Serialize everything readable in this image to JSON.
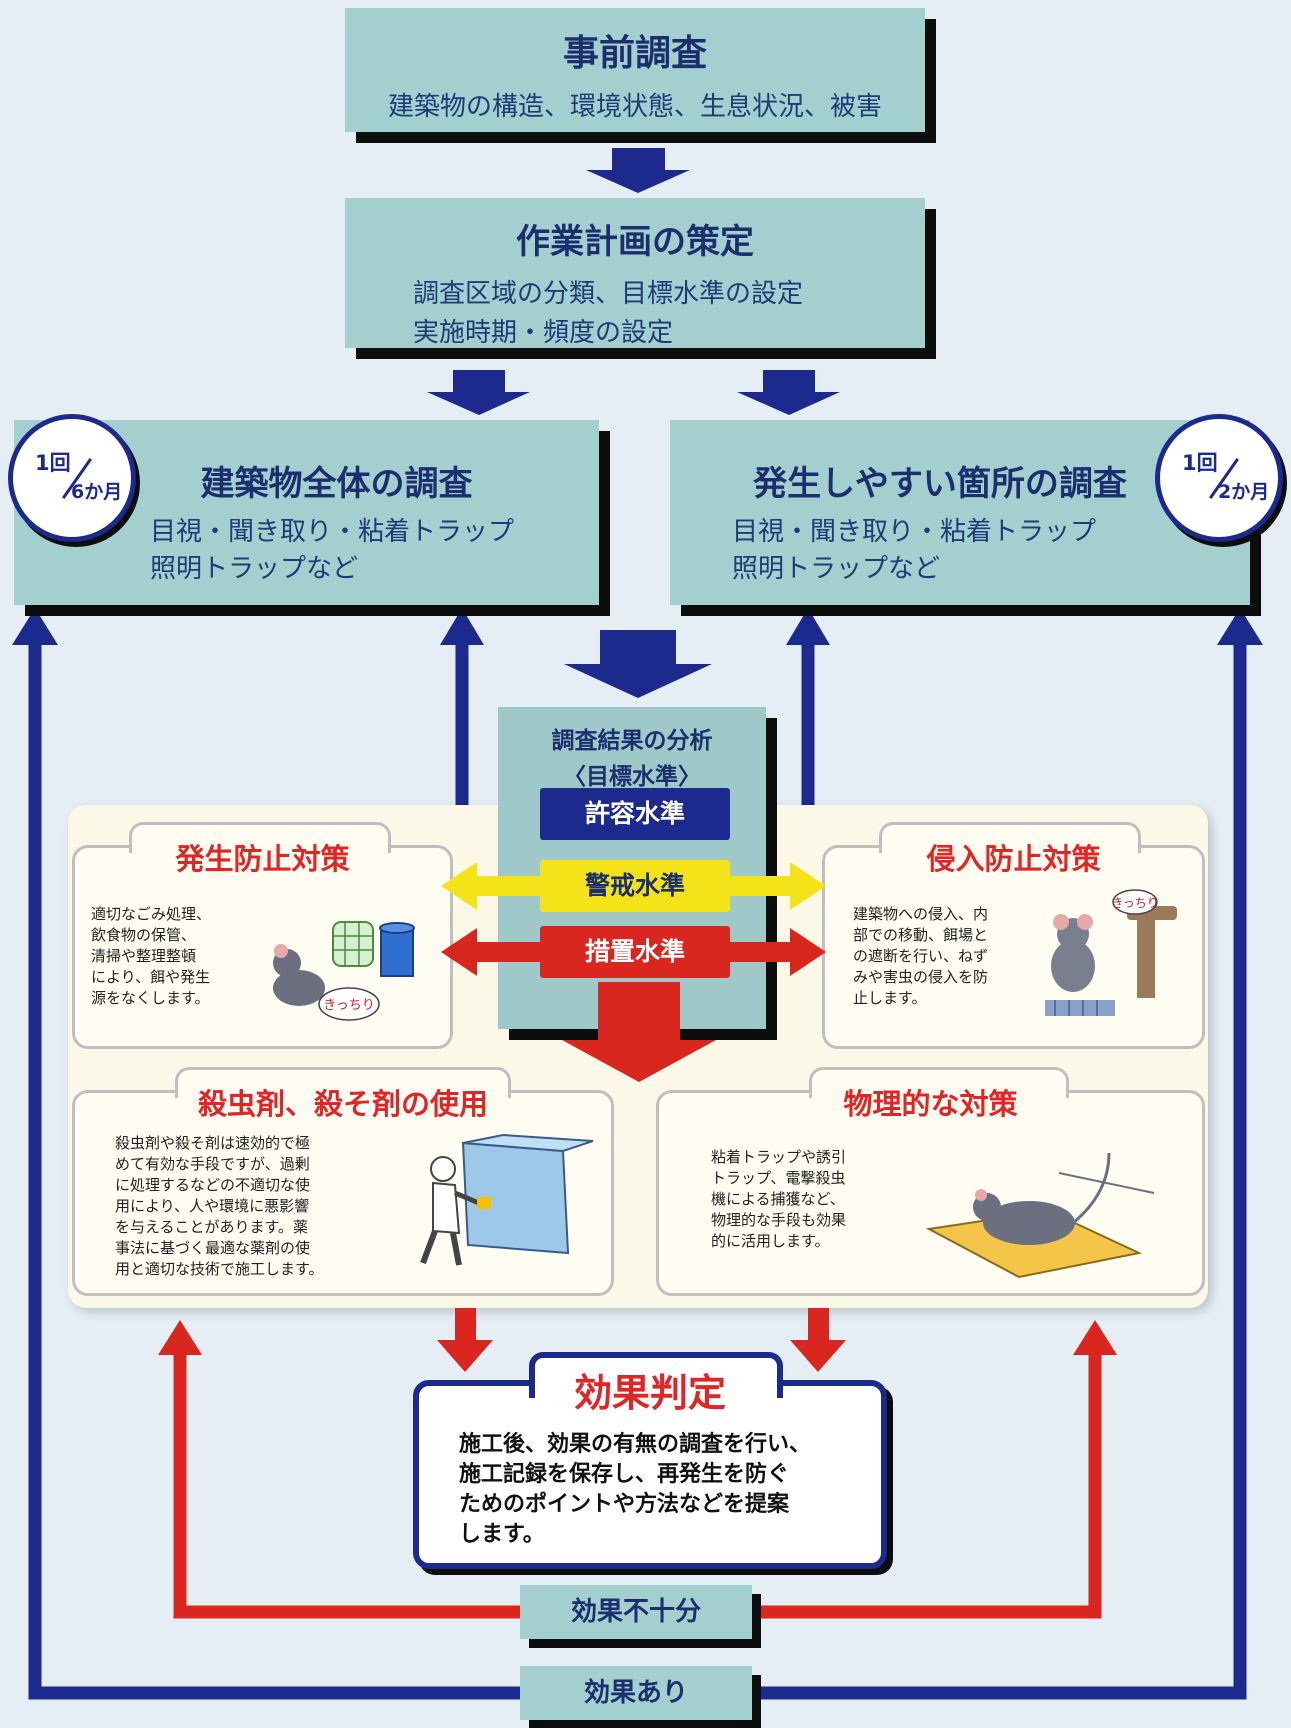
{
  "steps": {
    "pre_survey": {
      "title": "事前調査",
      "desc": "建築物の構造、環境状態、生息状況、被害"
    },
    "plan": {
      "title": "作業計画の策定",
      "desc_1": "調査区域の分類、目標水準の設定",
      "desc_2": "実施時期・頻度の設定"
    },
    "whole_building": {
      "title": "建築物全体の調査",
      "desc_1": "目視・聞き取り・粘着トラップ",
      "desc_2": "照明トラップなど",
      "freq_num": "1回",
      "freq_den": "6か月"
    },
    "hotspot": {
      "title": "発生しやすい箇所の調査",
      "desc_1": "目視・聞き取り・粘着トラップ",
      "desc_2": "照明トラップなど",
      "freq_num": "1回",
      "freq_den": "2か月"
    },
    "analysis": {
      "title_1": "調査結果の分析",
      "title_2": "〈目標水準〉"
    }
  },
  "levels": [
    {
      "label": "許容水準",
      "color": "#1b2a8c",
      "text_color": "#ffffff"
    },
    {
      "label": "警戒水準",
      "color": "#f5e31a",
      "text_color": "#1b2e6e"
    },
    {
      "label": "措置水準",
      "color": "#d9261f",
      "text_color": "#ffffff"
    }
  ],
  "measures": {
    "prevention": {
      "title": "発生防止対策",
      "desc": "適切なごみ処理、\n飲食物の保管、\n清掃や整理整頓\nにより、餌や発生\n源をなくします。",
      "sticker": "きっちり"
    },
    "intrusion": {
      "title": "侵入防止対策",
      "desc": "建築物への侵入、内\n部での移動、餌場と\nの遮断を行い、ねず\nみや害虫の侵入を防\n止します。",
      "sticker": "きっちり"
    },
    "chemical": {
      "title": "殺虫剤、殺そ剤の使用",
      "desc": "殺虫剤や殺そ剤は速効的で極\nめて有効な手段ですが、過剰\nに処理するなどの不適切な使\n用により、人や環境に悪影響\nを与えることがあります。薬\n事法に基づく最適な薬剤の使\n用と適切な技術で施工します。"
    },
    "physical": {
      "title": "物理的な対策",
      "desc": "粘着トラップや誘引\nトラップ、電撃殺虫\n機による捕獲など、\n物理的な手段も効果\n的に活用します。"
    }
  },
  "evaluation": {
    "title": "効果判定",
    "desc": "施工後、効果の有無の調査を行い、\n施工記録を保存し、再発生を防ぐ\nためのポイントや方法などを提案\nします。"
  },
  "outcomes": {
    "insufficient": "効果不十分",
    "effective": "効果あり"
  },
  "colors": {
    "navy": "#1b2a8c",
    "red": "#d9261f",
    "yellow": "#f5e31a",
    "box": "#a3cfcf"
  }
}
